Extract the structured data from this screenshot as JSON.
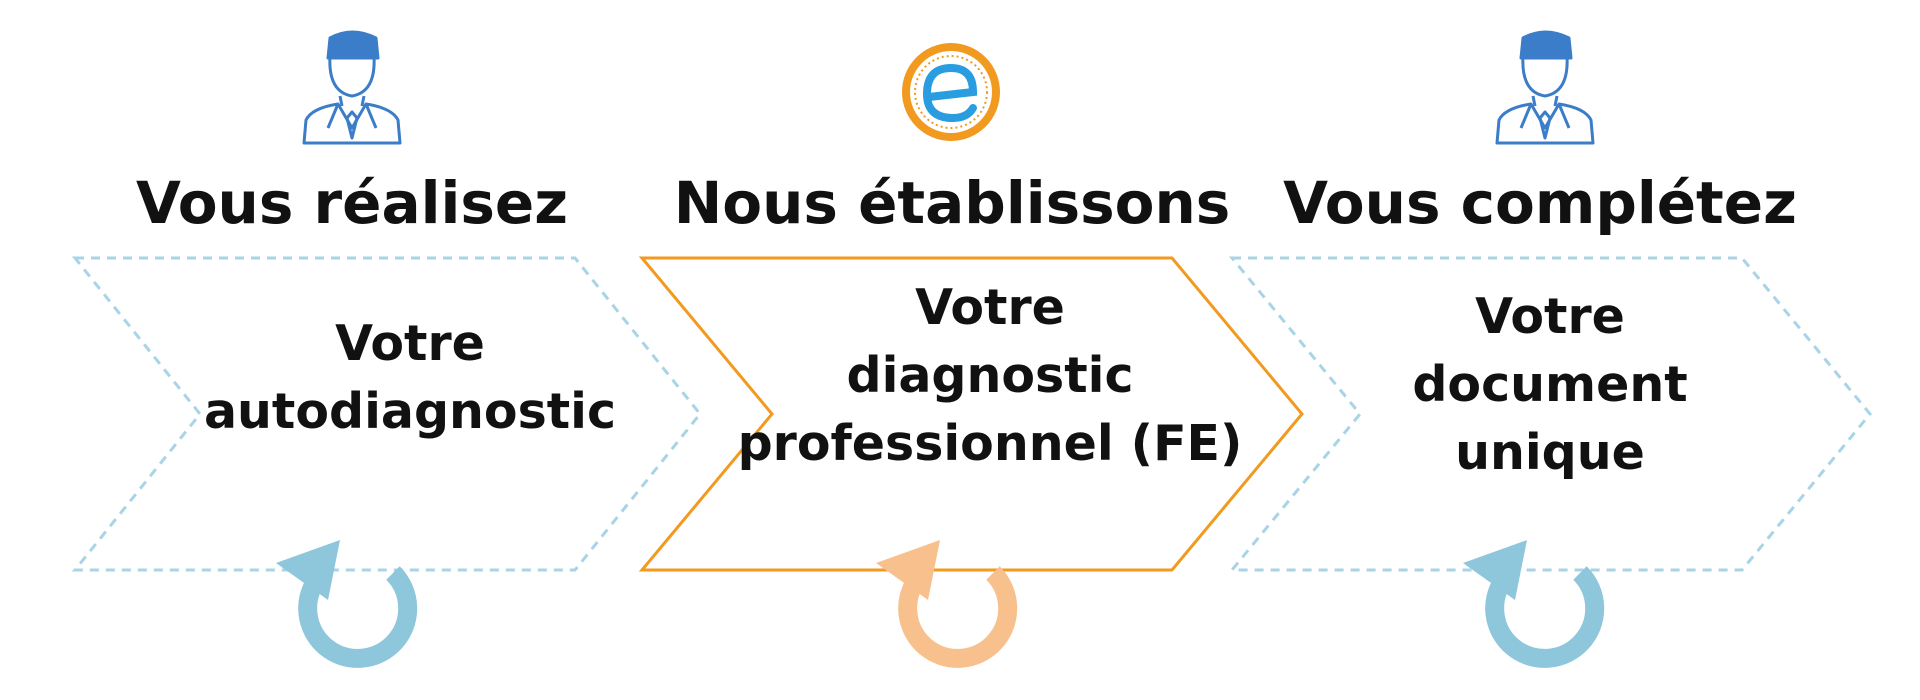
{
  "colors": {
    "person": "#3b7dc8",
    "dashed": "#a9d3e6",
    "orange": "#f29a1f",
    "cycle_blue": "#8ec6dc",
    "cycle_orange": "#f8c08d",
    "logo_blue": "#2a9de0",
    "text": "#111111"
  },
  "steps": [
    {
      "heading": "Vous réalisez",
      "icon": "person-icon",
      "lines": [
        "Votre",
        "autodiagnostic"
      ],
      "style": "dashed",
      "cycle": "refresh-icon"
    },
    {
      "heading": "Nous établissons",
      "icon": "e-logo-icon",
      "lines": [
        "Votre",
        "diagnostic",
        "professionnel (FE)"
      ],
      "style": "solid",
      "cycle": "refresh-icon"
    },
    {
      "heading": "Vous complétez",
      "icon": "person-icon",
      "lines": [
        "Votre",
        "document",
        "unique"
      ],
      "style": "dashed",
      "cycle": "refresh-icon"
    }
  ]
}
